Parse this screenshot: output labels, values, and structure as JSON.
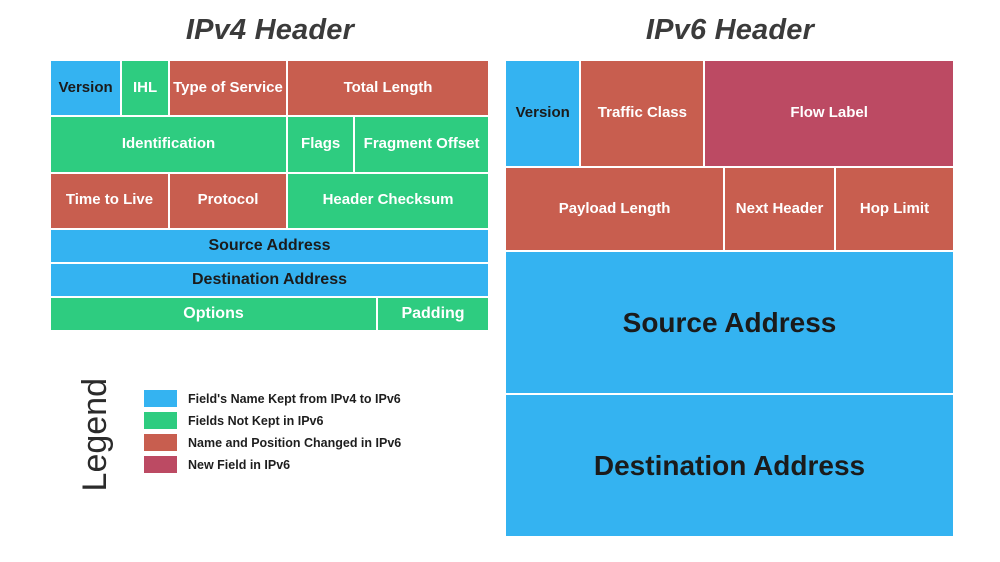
{
  "ipv4": {
    "title": "IPv4 Header",
    "rows": [
      {
        "cells": [
          {
            "label": "Version",
            "color": "blue",
            "width_pct": 16.2
          },
          {
            "label": "IHL",
            "color": "green",
            "width_pct": 10.9
          },
          {
            "label": "Type of Service",
            "color": "red",
            "width_pct": 26.9
          },
          {
            "label": "Total Length",
            "color": "red",
            "width_pct": 46.0
          }
        ]
      },
      {
        "cells": [
          {
            "label": "Identification",
            "color": "green",
            "width_pct": 54.0
          },
          {
            "label": "Flags",
            "color": "green",
            "width_pct": 15.3
          },
          {
            "label": "Fragment Offset",
            "color": "green",
            "width_pct": 30.7
          }
        ]
      },
      {
        "cells": [
          {
            "label": "Time to Live",
            "color": "red",
            "width_pct": 27.1
          },
          {
            "label": "Protocol",
            "color": "red",
            "width_pct": 26.9
          },
          {
            "label": "Header Checksum",
            "color": "green",
            "width_pct": 46.0
          }
        ]
      },
      {
        "address_row": true,
        "cells": [
          {
            "label": "Source Address",
            "color": "blue",
            "width_pct": 100
          }
        ]
      },
      {
        "address_row": true,
        "cells": [
          {
            "label": "Destination Address",
            "color": "blue",
            "width_pct": 100
          }
        ]
      },
      {
        "address_row": true,
        "cells": [
          {
            "label": "Options",
            "color": "green",
            "width_pct": 74.5
          },
          {
            "label": "Padding",
            "color": "green",
            "width_pct": 25.5
          }
        ]
      }
    ]
  },
  "ipv6": {
    "title": "IPv6 Header",
    "rows": [
      {
        "cells": [
          {
            "label": "Version",
            "color": "blue",
            "width_pct": 16.8
          },
          {
            "label": "Traffic Class",
            "color": "red",
            "width_pct": 27.6
          },
          {
            "label": "Flow Label",
            "color": "crimson",
            "width_pct": 55.6
          }
        ]
      },
      {
        "cells": [
          {
            "label": "Payload Length",
            "color": "red",
            "width_pct": 48.8
          },
          {
            "label": "Next Header",
            "color": "red",
            "width_pct": 24.7
          },
          {
            "label": "Hop Limit",
            "color": "red",
            "width_pct": 26.5
          }
        ]
      },
      {
        "big": true,
        "cells": [
          {
            "label": "Source Address",
            "color": "blue",
            "width_pct": 100
          }
        ]
      },
      {
        "big": true,
        "cells": [
          {
            "label": "Destination Address",
            "color": "blue",
            "width_pct": 100
          }
        ]
      }
    ]
  },
  "legend": {
    "title": "Legend",
    "items": [
      {
        "label": "Field's Name Kept from IPv4 to IPv6",
        "color": "#34b3f1",
        "swatch_name": "blue"
      },
      {
        "label": "Fields Not Kept in IPv6",
        "color": "#2ecc80",
        "swatch_name": "green"
      },
      {
        "label": "Name and Position Changed in IPv6",
        "color": "#c85e4f",
        "swatch_name": "red"
      },
      {
        "label": "New Field in IPv6",
        "color": "#bc4a63",
        "swatch_name": "crimson"
      }
    ]
  },
  "colors": {
    "blue": "#34b3f1",
    "green": "#2ecc80",
    "red": "#c85e4f",
    "crimson": "#bc4a63",
    "title_text": "#3b3b3b",
    "background": "#ffffff"
  }
}
